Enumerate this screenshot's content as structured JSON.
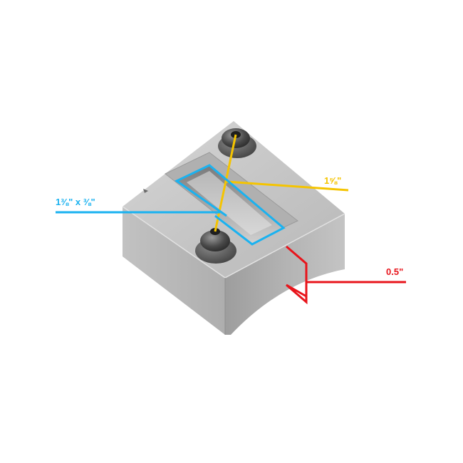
{
  "colors": {
    "background": "#ffffff",
    "width_dim": "#F5C400",
    "slot_dim": "#1AB2F0",
    "height_dim": "#E8141B",
    "metal_top": "#c9c9c9",
    "metal_left": "#bcbcbc",
    "metal_front": "#a9a9a9"
  },
  "dimensions": {
    "width_label": "1⅝\"",
    "slot_label": "1⅜\" x ⅜\"",
    "height_label": "0.5\""
  },
  "icons": {
    "bolt_top": "socket-head-bolt-icon",
    "bolt_bottom": "socket-head-bolt-icon"
  }
}
